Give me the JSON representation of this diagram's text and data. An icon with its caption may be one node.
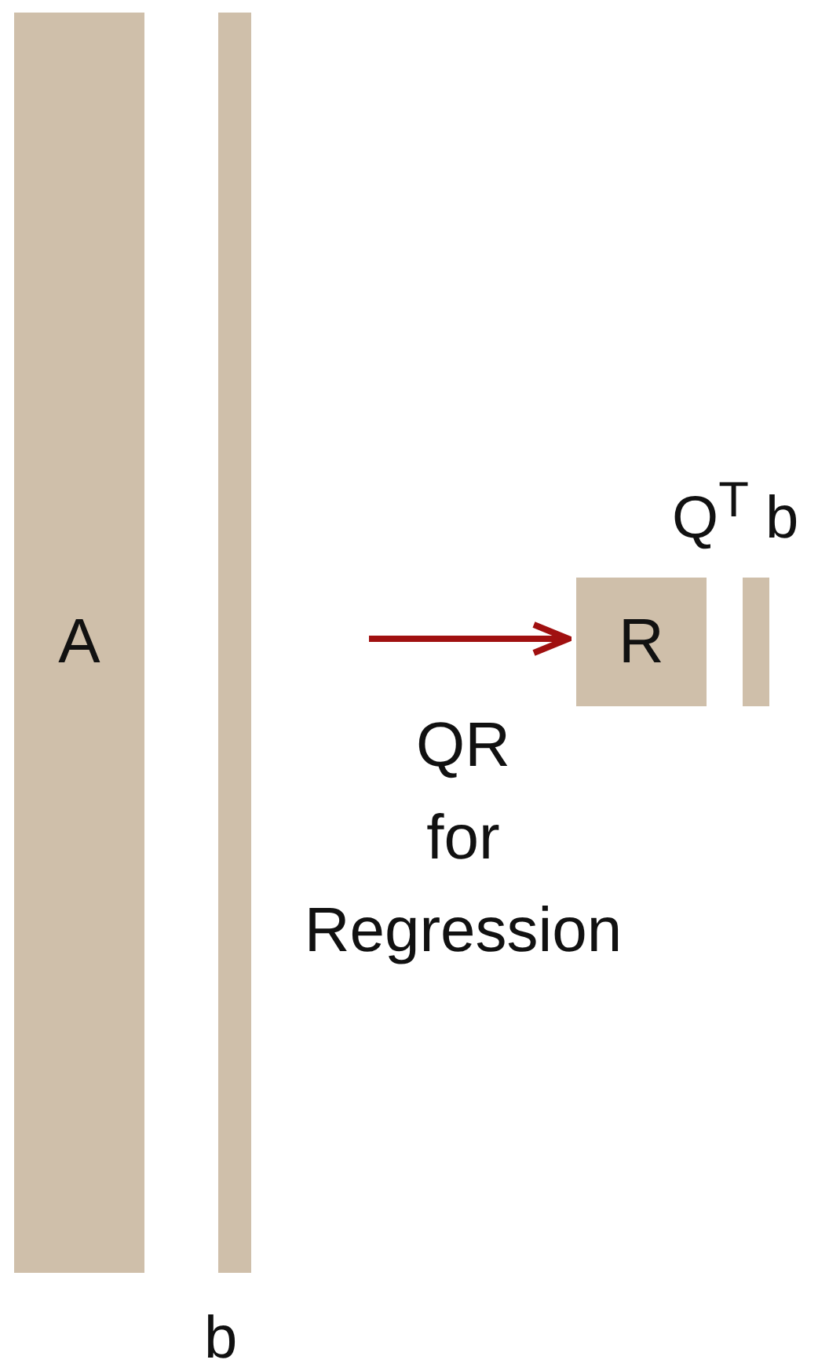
{
  "diagram": {
    "nodes": [
      {
        "text": [
          "A"
        ]
      },
      {
        "text": [],
        "shape": "bar",
        "beside": [
          "b"
        ]
      },
      {
        "text": [
          "R"
        ]
      },
      {
        "text": [],
        "shape": "bar",
        "beside": [
          "Q$^{T}$ b"
        ]
      }
    ],
    "edges": [
      {
        "from": null,
        "to": 2,
        "arrow": "to"
      }
    ],
    "labels": [
      "QR for Regression"
    ]
  }
}
